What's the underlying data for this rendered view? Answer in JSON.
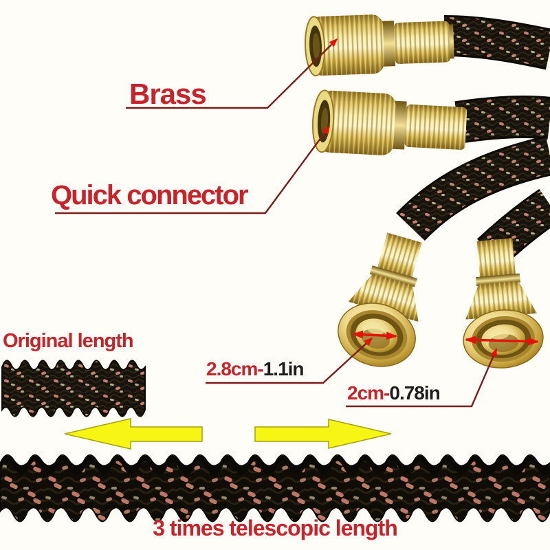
{
  "labels": {
    "brass": "Brass",
    "quick_connector": "Quick connector",
    "original_length": "Original length",
    "bottom_caption": "3 times telescopic length"
  },
  "measurements": {
    "left": {
      "metric": "2.8cm-",
      "imperial": "1.1in"
    },
    "right": {
      "metric": "2cm-",
      "imperial": "0.78in"
    }
  },
  "icons": {
    "expand_left": "expand-left-arrow",
    "expand_right": "expand-right-arrow",
    "diameter_left": "double-headed-arrow",
    "diameter_right": "double-headed-arrow"
  },
  "colors": {
    "page_bg": "#fffdf7",
    "label_red": "#c8232b",
    "text_black": "#1d1d1d",
    "leader_line_red": "#7b1d1a",
    "measure_arrow_red": "#e41309",
    "expand_arrow_yellow": "#f7f513",
    "expand_arrow_outline": "#a3a312",
    "brass_gold": "#d8bb54",
    "hose_black": "#17120b",
    "speckle_pink": "#c5806f",
    "speckle_tan": "#d2c49f"
  }
}
